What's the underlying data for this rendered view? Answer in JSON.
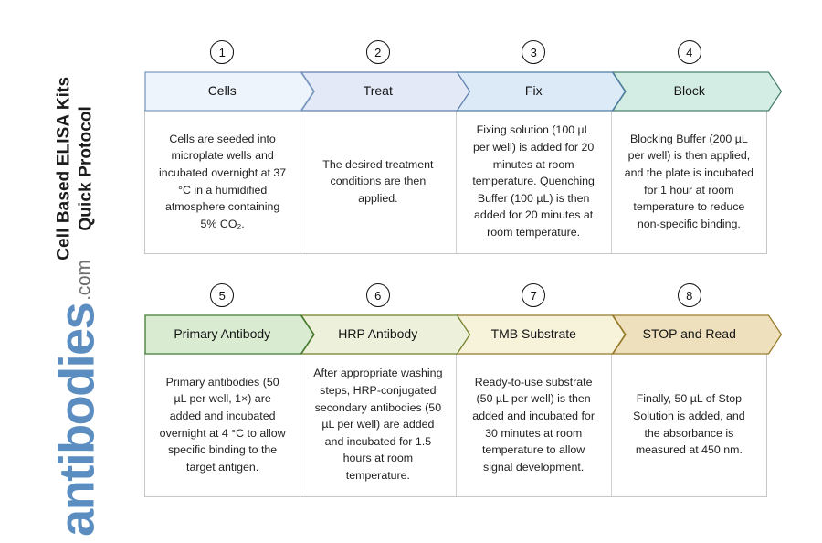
{
  "sidebar": {
    "title": "Cell Based ELISA Kits\nQuick Protocol",
    "brand_name": "antibodies",
    "brand_suffix": ".com",
    "brand_color": "#5b8dc0",
    "brand_suffix_color": "#6e6e6e"
  },
  "diagram": {
    "type": "process-flow",
    "rows": [
      {
        "steps": [
          {
            "number": "1",
            "label": "Cells",
            "fill": "#eef4fb",
            "stroke": "#7a9cc0",
            "text": "Cells are seeded into microplate wells and incubated overnight at 37 °C in a humidified atmosphere containing 5% CO₂."
          },
          {
            "number": "2",
            "label": "Treat",
            "fill": "#e3e9f7",
            "stroke": "#5f7fae",
            "text": "The desired treatment conditions are then applied."
          },
          {
            "number": "3",
            "label": "Fix",
            "fill": "#dce9f7",
            "stroke": "#4f7fa8",
            "text": "Fixing solution (100 µL per well) is added for 20 minutes at room temperature. Quenching Buffer (100 µL) is then added for 20 minutes at room temperature."
          },
          {
            "number": "4",
            "label": "Block",
            "fill": "#d4ede4",
            "stroke": "#4a7f72",
            "text": "Blocking Buffer (200 µL per well) is then applied, and the plate is incubated for 1 hour at room temperature to reduce non-specific binding."
          }
        ]
      },
      {
        "steps": [
          {
            "number": "5",
            "label": "Primary Antibody",
            "fill": "#d9ecd2",
            "stroke": "#3f7a33",
            "text": "Primary antibodies (50 µL per well, 1×) are added and incubated overnight at 4 °C to allow specific binding to the target antigen."
          },
          {
            "number": "6",
            "label": "HRP Antibody",
            "fill": "#edf1dc",
            "stroke": "#6f7f27",
            "text": "After appropriate washing steps, HRP-conjugated secondary antibodies (50 µL per well) are added and incubated for 1.5 hours at room temperature."
          },
          {
            "number": "7",
            "label": "TMB Substrate",
            "fill": "#f7f2da",
            "stroke": "#93792a",
            "text": "Ready-to-use substrate (50 µL per well) is then added and incubated for 30 minutes at room temperature to allow signal development."
          },
          {
            "number": "8",
            "label": "STOP and Read",
            "fill": "#eee0bc",
            "stroke": "#9a7d2c",
            "text": "Finally, 50 µL of Stop Solution is added, and the absorbance is measured at 450 nm."
          }
        ]
      }
    ]
  }
}
